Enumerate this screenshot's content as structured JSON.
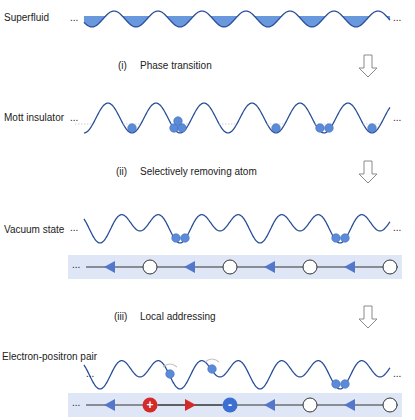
{
  "diagram": {
    "nodes": [
      {
        "text": [
          "+"
        ]
      },
      {
        "text": [
          "-"
        ]
      }
    ],
    "edges": [
      {
        "from": 0,
        "to": 1,
        "arrow": "none"
      }
    ],
    "labels": [
      "Superfluid",
      "...",
      "...",
      "(i)",
      "Phase transition",
      "Mott insulator",
      "...",
      "...",
      "(ii)",
      "Selectively removing atom",
      "Vacuum state",
      "...",
      "...",
      "...",
      "(iii)",
      "Local addressing",
      "Electron-positron pair",
      "...",
      "...",
      "..."
    ]
  }
}
